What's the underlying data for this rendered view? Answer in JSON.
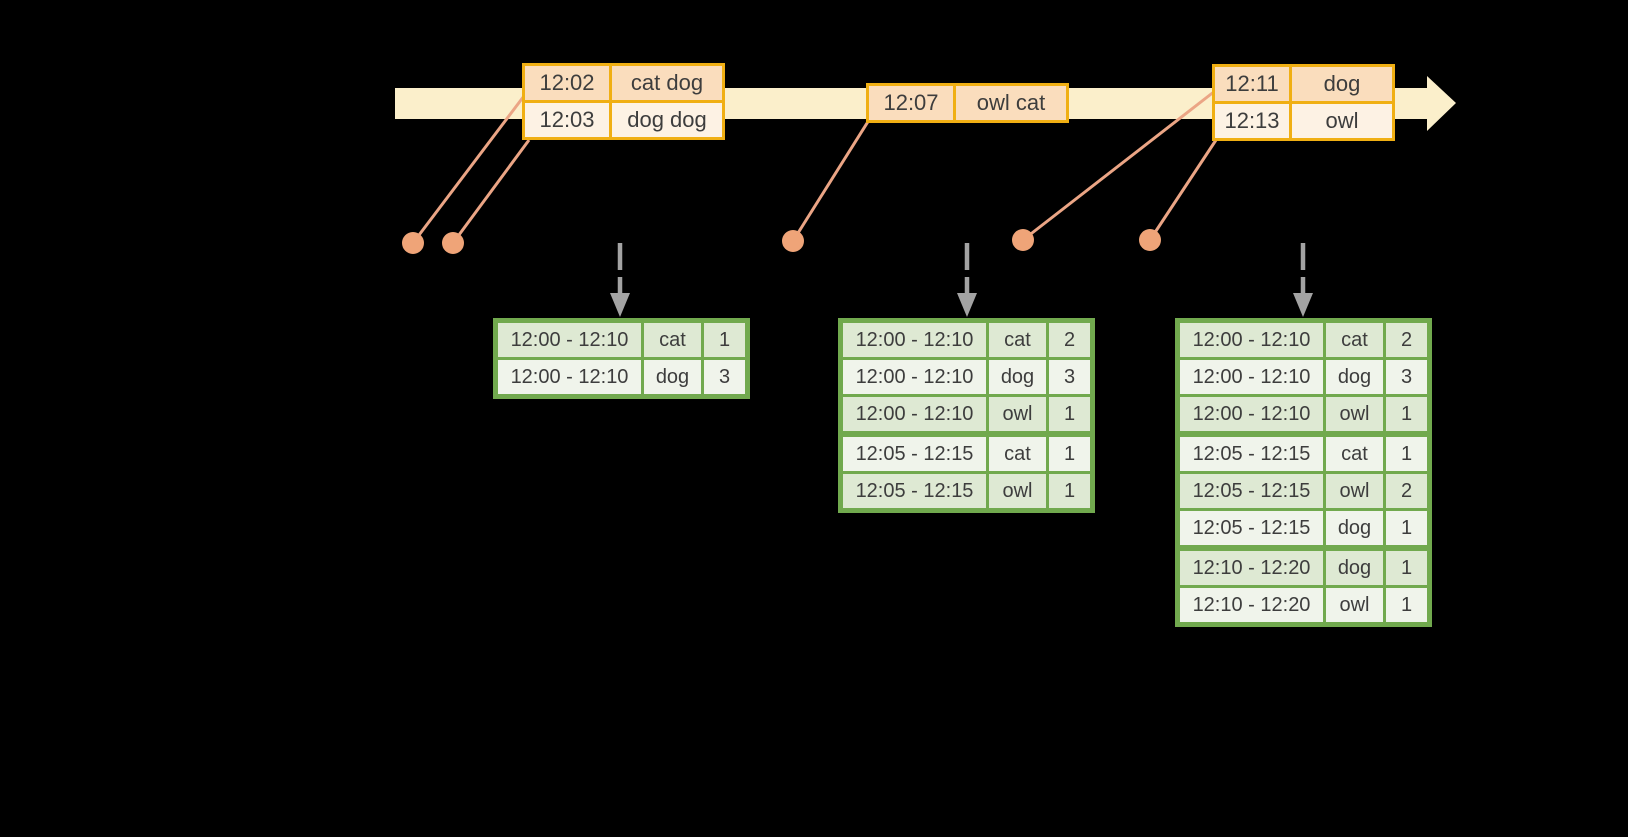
{
  "colors": {
    "background": "#000000",
    "band": "#FBEFCB",
    "gold": "#F0AF13",
    "peach-dark": "#FADDBD",
    "peach-light": "#FDF2E4",
    "orange-line": "#EBA585",
    "orange-dot": "#EFA478",
    "arrow-gray": "#A3A3A3",
    "green-border": "#71A94E",
    "green-dark": "#DEE9D3",
    "green-light": "#F0F4EB",
    "text": "#3D3D3D"
  },
  "timeline": {
    "events": [
      {
        "rows": [
          {
            "time": "12:02",
            "words": "cat dog"
          },
          {
            "time": "12:03",
            "words": "dog dog"
          }
        ]
      },
      {
        "rows": [
          {
            "time": "12:07",
            "words": "owl cat"
          }
        ]
      },
      {
        "rows": [
          {
            "time": "12:11",
            "words": "dog"
          },
          {
            "time": "12:13",
            "words": "owl"
          }
        ]
      }
    ]
  },
  "result_tables": [
    {
      "rows": [
        {
          "window": "12:00 - 12:10",
          "word": "cat",
          "count": "1"
        },
        {
          "window": "12:00 - 12:10",
          "word": "dog",
          "count": "3"
        }
      ]
    },
    {
      "rows": [
        {
          "window": "12:00 - 12:10",
          "word": "cat",
          "count": "2"
        },
        {
          "window": "12:00 - 12:10",
          "word": "dog",
          "count": "3"
        },
        {
          "window": "12:00 - 12:10",
          "word": "owl",
          "count": "1"
        },
        {
          "window": "12:05 - 12:15",
          "word": "cat",
          "count": "1"
        },
        {
          "window": "12:05 - 12:15",
          "word": "owl",
          "count": "1"
        }
      ]
    },
    {
      "rows": [
        {
          "window": "12:00 - 12:10",
          "word": "cat",
          "count": "2"
        },
        {
          "window": "12:00 - 12:10",
          "word": "dog",
          "count": "3"
        },
        {
          "window": "12:00 - 12:10",
          "word": "owl",
          "count": "1"
        },
        {
          "window": "12:05 - 12:15",
          "word": "cat",
          "count": "1"
        },
        {
          "window": "12:05 - 12:15",
          "word": "owl",
          "count": "2"
        },
        {
          "window": "12:05 - 12:15",
          "word": "dog",
          "count": "1"
        },
        {
          "window": "12:10 - 12:20",
          "word": "dog",
          "count": "1"
        },
        {
          "window": "12:10 - 12:20",
          "word": "owl",
          "count": "1"
        }
      ]
    }
  ]
}
